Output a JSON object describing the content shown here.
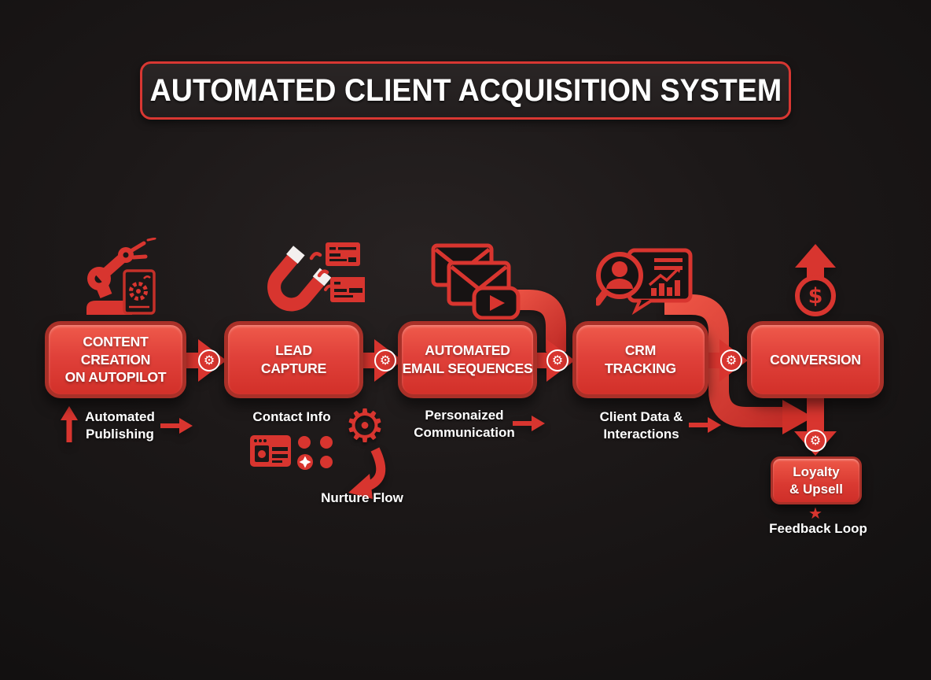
{
  "title": "AUTOMATED CLIENT ACQUISITION SYSTEM",
  "colors": {
    "background": "#1c1818",
    "accent_red": "#d8352f",
    "box_fill_top": "#ef5a4b",
    "box_fill_bottom": "#d23029",
    "box_border": "#a93028",
    "text": "#ffffff"
  },
  "stages": [
    {
      "label": "CONTENT CREATION\nON AUTOPILOT",
      "icon": "robot-arm-icon",
      "sublabel": "Automated\nPublishing"
    },
    {
      "label": "LEAD\nCAPTURE",
      "icon": "magnet-icon",
      "sublabel": "Contact Info"
    },
    {
      "label": "AUTOMATED\nEMAIL SEQUENCES",
      "icon": "email-sequence-icon",
      "sublabel": "Personaized\nCommunication"
    },
    {
      "label": "CRM\nTRACKING",
      "icon": "crm-search-icon",
      "sublabel": "Client Data &\nInteractions"
    },
    {
      "label": "CONVERSION",
      "icon": "dollar-growth-icon"
    }
  ],
  "lead_capture_flow": {
    "nurture_label": "Nurture Flow"
  },
  "loyalty": {
    "label": "Loyalty\n& Upsell",
    "footer": "Feedback Loop"
  },
  "icons": {
    "gear_glyph": "⚙",
    "star_glyph": "★",
    "dollar_glyph": "$"
  }
}
